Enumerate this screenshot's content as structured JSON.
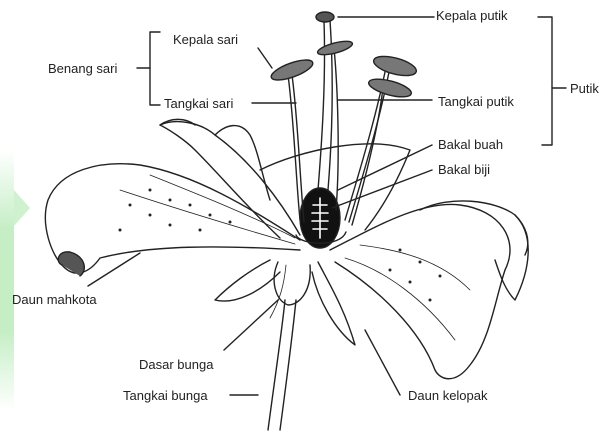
{
  "labels": {
    "benang_sari": "Benang sari",
    "kepala_sari": "Kepala sari",
    "tangkai_sari": "Tangkai sari",
    "kepala_putik": "Kepala putik",
    "putik": "Putik",
    "tangkai_putik": "Tangkai putik",
    "bakal_buah": "Bakal buah",
    "bakal_biji": "Bakal biji",
    "daun_mahkota": "Daun mahkota",
    "dasar_bunga": "Dasar bunga",
    "tangkai_bunga": "Tangkai bunga",
    "daun_kelopak": "Daun kelopak"
  },
  "colors": {
    "ink": "#222222",
    "watermark": "#96e196"
  }
}
